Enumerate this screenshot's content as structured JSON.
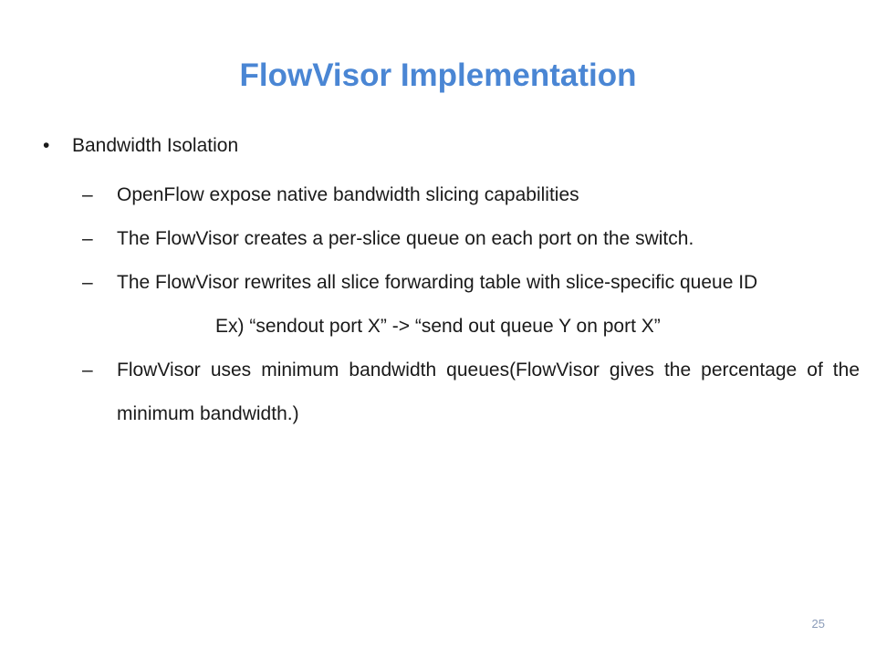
{
  "slide": {
    "title": "FlowVisor Implementation",
    "bullet": {
      "marker": "•",
      "label": "Bandwidth Isolation"
    },
    "sub_items": [
      {
        "marker": "–",
        "text": "OpenFlow expose native bandwidth slicing capabilities"
      },
      {
        "marker": "–",
        "text": "The FlowVisor creates a per-slice queue on each port on the switch."
      },
      {
        "marker": "–",
        "text": "The FlowVisor rewrites all slice forwarding table with slice-specific queue ID"
      }
    ],
    "example": "Ex) “sendout port X” -> “send out queue Y on port X”",
    "last_item": {
      "marker": "–",
      "text": "FlowVisor uses minimum bandwidth queues(FlowVisor gives the percentage of the minimum bandwidth.)"
    },
    "page_number": "25"
  }
}
